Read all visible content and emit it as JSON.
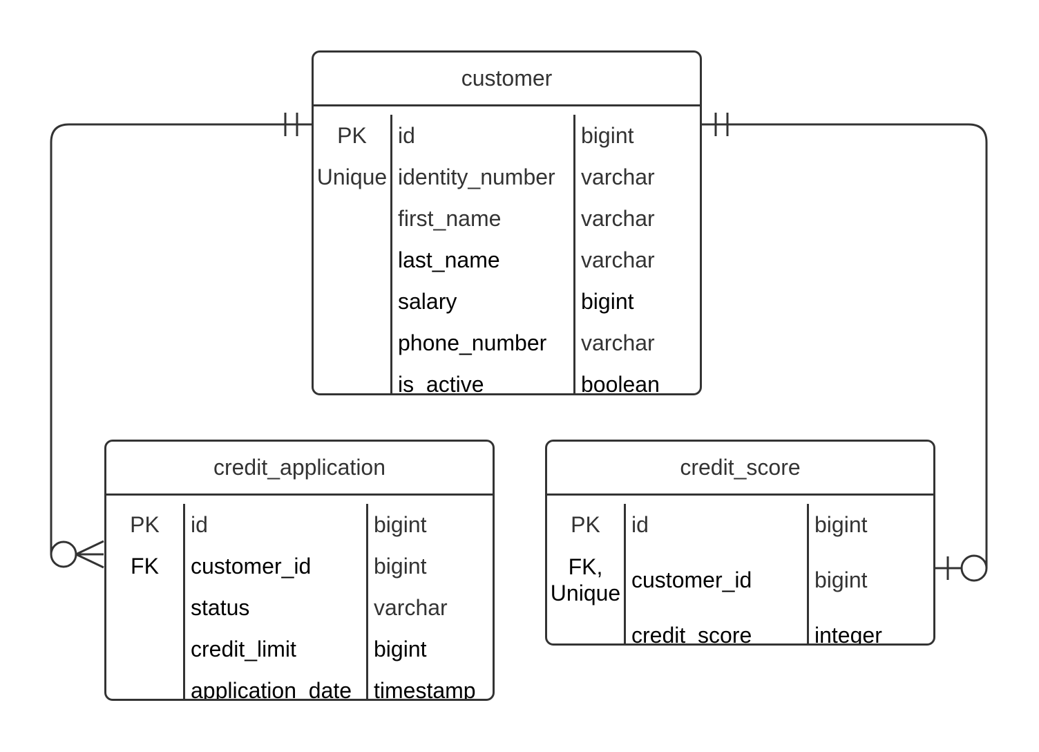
{
  "colors": {
    "stroke": "#333333",
    "text": "#333333",
    "background": "#ffffff"
  },
  "entities": {
    "customer": {
      "title": "customer",
      "rows": [
        {
          "key": "PK",
          "name": "id",
          "type": "bigint"
        },
        {
          "key": "Unique",
          "name": "identity_number",
          "type": "varchar"
        },
        {
          "key": "",
          "name": "first_name",
          "type": "varchar"
        },
        {
          "key": "",
          "name": "last_name",
          "type": "varchar"
        },
        {
          "key": "",
          "name": "salary",
          "type": "bigint"
        },
        {
          "key": "",
          "name": "phone_number",
          "type": "varchar"
        },
        {
          "key": "",
          "name": "is_active",
          "type": "boolean"
        }
      ]
    },
    "credit_application": {
      "title": "credit_application",
      "rows": [
        {
          "key": "PK",
          "name": "id",
          "type": "bigint"
        },
        {
          "key": "FK",
          "name": "customer_id",
          "type": "bigint"
        },
        {
          "key": "",
          "name": "status",
          "type": "varchar"
        },
        {
          "key": "",
          "name": "credit_limit",
          "type": "bigint"
        },
        {
          "key": "",
          "name": "application_date",
          "type": "timestamp"
        }
      ]
    },
    "credit_score": {
      "title": "credit_score",
      "rows": [
        {
          "key": "PK",
          "name": "id",
          "type": "bigint"
        },
        {
          "key": "FK, Unique",
          "name": "customer_id",
          "type": "bigint"
        },
        {
          "key": "",
          "name": "credit_score",
          "type": "integer"
        }
      ]
    }
  },
  "relationships": [
    {
      "from": "customer.id",
      "to": "credit_application.customer_id",
      "from_cardinality": "one-and-only-one",
      "to_cardinality": "zero-or-many"
    },
    {
      "from": "customer.id",
      "to": "credit_score.customer_id",
      "from_cardinality": "one-and-only-one",
      "to_cardinality": "zero-or-one"
    }
  ]
}
